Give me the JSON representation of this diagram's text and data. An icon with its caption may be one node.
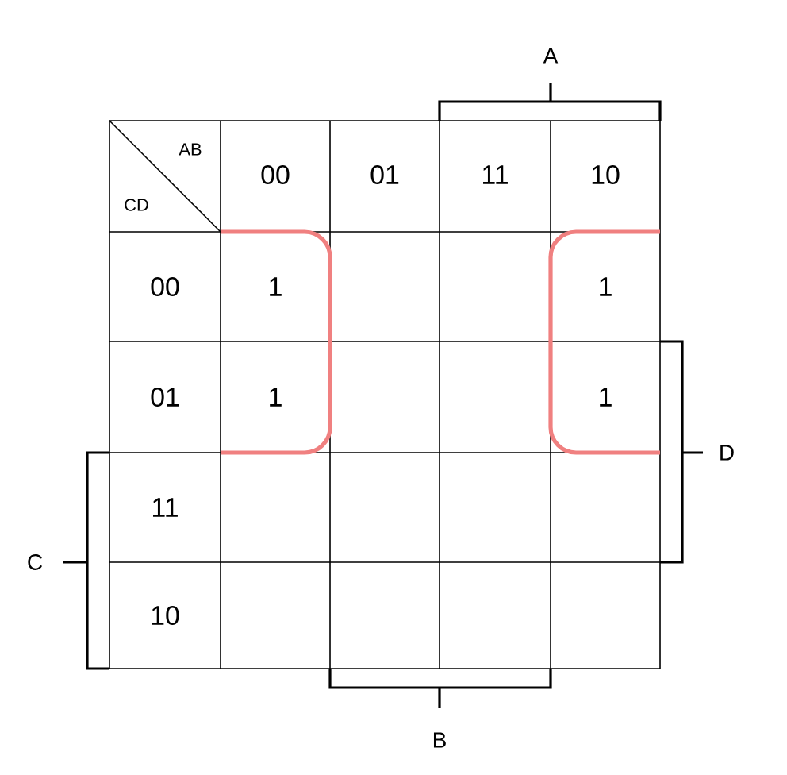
{
  "diagram": {
    "labels": [
      "A",
      "AB",
      "CD",
      "00",
      "01",
      "11",
      "10",
      "00",
      "1",
      "1",
      "01",
      "1",
      "1",
      "11",
      "10",
      "C",
      "D",
      "B"
    ]
  }
}
